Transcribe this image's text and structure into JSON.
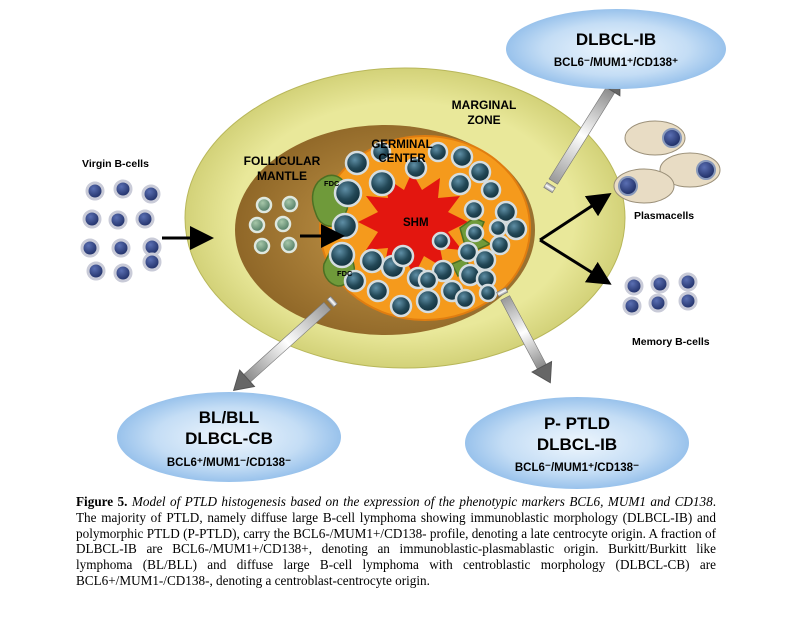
{
  "diagram": {
    "virgin_label": "Virgin B-cells",
    "follicular_line1": "FOLLICULAR",
    "follicular_line2": "MANTLE",
    "germinal_line1": "GERMINAL",
    "germinal_line2": "CENTER",
    "marginal_line1": "MARGINAL",
    "marginal_line2": "ZONE",
    "fdc_label": "FDC",
    "shm_label": "SHM",
    "plasmacells_label": "Plasmacells",
    "memory_label": "Memory B-cells",
    "box_top": {
      "line1": "DLBCL-IB",
      "line2": "BCL6⁻/MUM1⁺/CD138⁺"
    },
    "box_left": {
      "line1": "BL/BLL",
      "line2": "DLBCL-CB",
      "line3": "BCL6⁺/MUM1⁻/CD138⁻"
    },
    "box_right": {
      "line1": "P- PTLD",
      "line2": "DLBCL-IB",
      "line3": "BCL6⁻/MUM1⁺/CD138⁻"
    },
    "colors": {
      "outer_ring": "#e3e28a",
      "mantle": "#a57f3c",
      "germinal": "#f59a1c",
      "shm": "#e3160f",
      "fdc": "#6f9a3a",
      "cell_dark": "#234857",
      "box_fill": "#9ec8ee"
    }
  },
  "caption": {
    "figure_label": "Figure 5.",
    "title": "Model of PTLD histogenesis based on the expression of the phenotypic markers BCL6, MUM1 and CD138",
    "body": ". The majority of PTLD, namely diffuse large B-cell lymphoma showing immunoblastic morphology (DLBCL-IB) and polymorphic PTLD (P-PTLD), carry the BCL6-/MUM1+/CD138- profile, denoting a late centrocyte origin. A fraction of DLBCL-IB are BCL6-/MUM1+/CD138+, denoting an immunoblastic-plasmablastic origin. Burkitt/Burkitt like lymphoma (BL/BLL) and diffuse large B-cell lymphoma with centroblastic morphology (DLBCL-CB) are BCL6+/MUM1-/CD138-, denoting a centroblast-centrocyte origin."
  }
}
